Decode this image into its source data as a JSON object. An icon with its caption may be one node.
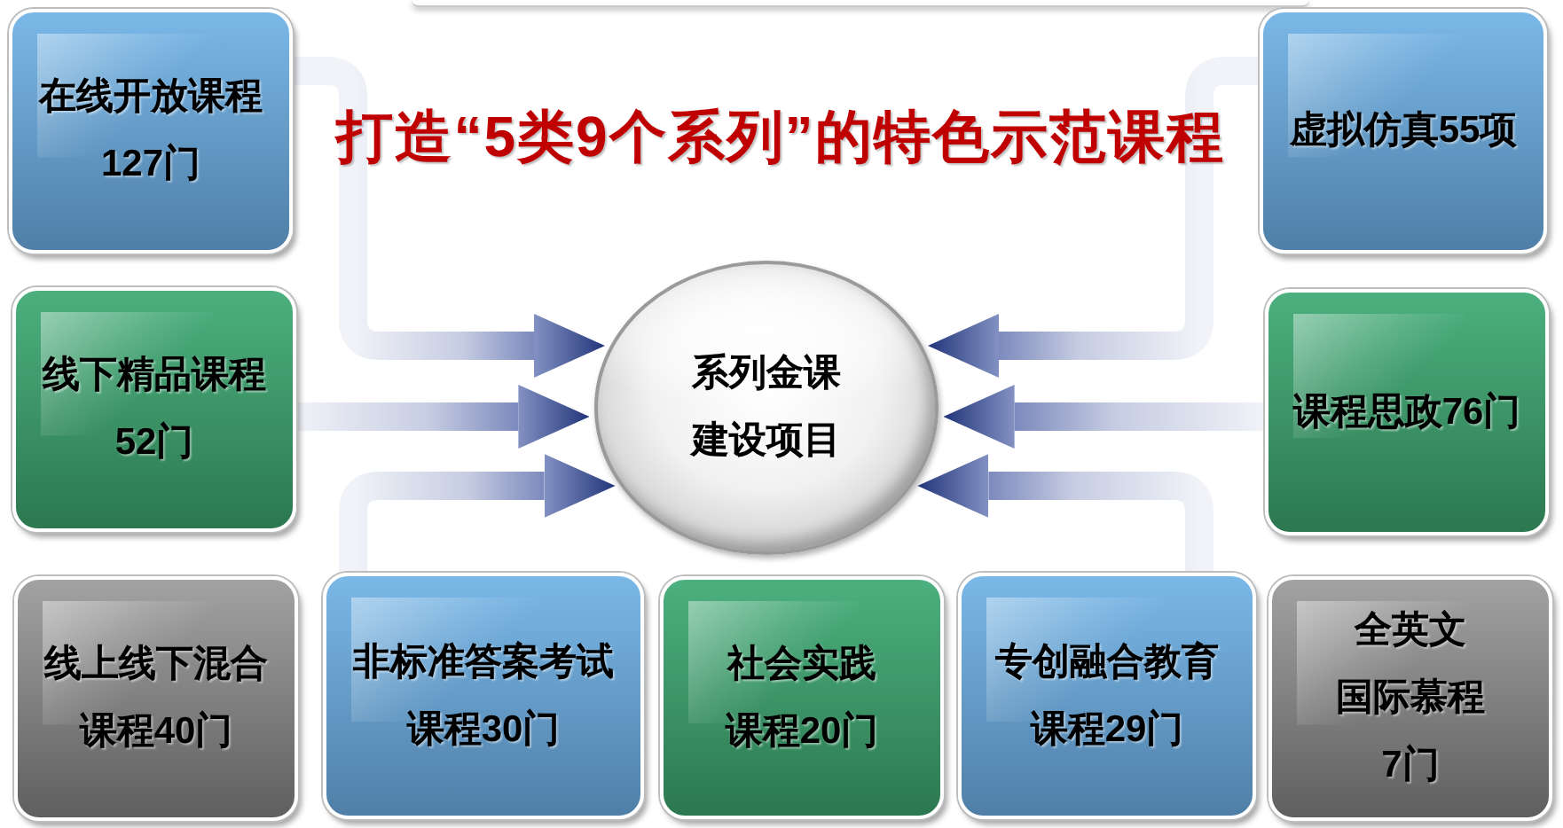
{
  "diagram": {
    "title": "打造“5类9个系列”的特色示范课程",
    "nodes": [
      {
        "text": [
          "在线开放课程127门"
        ]
      },
      {
        "text": [
          "虚拟仿真55项"
        ]
      },
      {
        "text": [
          "线下精品课程52门"
        ]
      },
      {
        "text": [
          "系列金课建设项目"
        ]
      },
      {
        "text": [
          "课程思政76门"
        ]
      },
      {
        "text": [
          "线上线下混合课程40门"
        ]
      },
      {
        "text": [
          "非标准答案考试课程30门"
        ]
      },
      {
        "text": [
          "社会实践课程20门"
        ]
      },
      {
        "text": [
          "专创融合教育课程29门"
        ]
      },
      {
        "text": [
          "全英文国际慕程7门"
        ]
      }
    ],
    "edges": [
      {
        "from": 0,
        "to": 3,
        "arrow": "to"
      },
      {
        "from": 1,
        "to": 3,
        "arrow": "to"
      },
      {
        "from": 2,
        "to": 3,
        "arrow": "to"
      },
      {
        "from": 4,
        "to": 3,
        "arrow": "to"
      },
      {
        "from": 6,
        "to": 3,
        "arrow": "to"
      },
      {
        "from": 8,
        "to": 3,
        "arrow": "to"
      }
    ]
  }
}
